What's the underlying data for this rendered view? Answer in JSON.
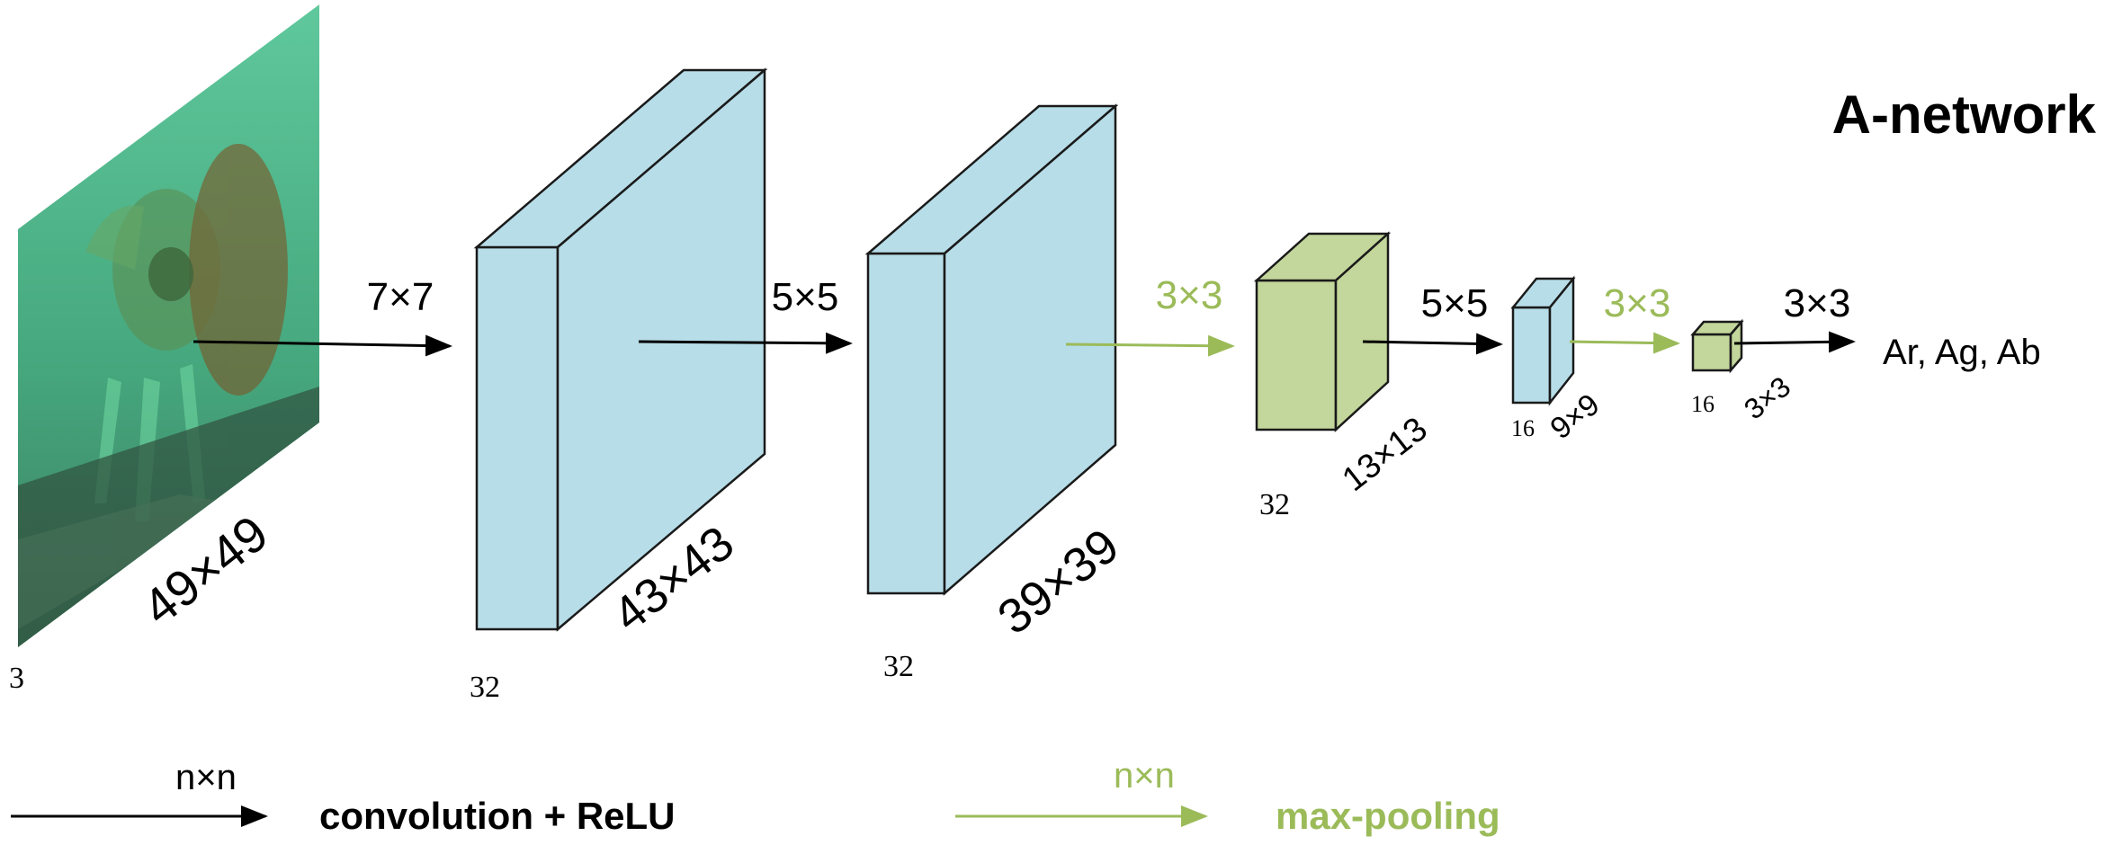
{
  "title": "A-network",
  "colors": {
    "conv_block": "#b7dde8",
    "pool_block": "#c3d69b",
    "conv_arrow": "#000000",
    "pool_arrow": "#9bbb59",
    "block_stroke": "#1a1a1a",
    "image_tint": "#4fbf8f"
  },
  "input": {
    "size_label": "49×49",
    "depth_label": "3"
  },
  "layers": [
    {
      "op_label": "7×7",
      "op": "conv",
      "size_label": "43×43",
      "depth_label": "32"
    },
    {
      "op_label": "5×5",
      "op": "conv",
      "size_label": "39×39",
      "depth_label": "32"
    },
    {
      "op_label": "3×3",
      "op": "pool",
      "size_label": "13×13",
      "depth_label": "32"
    },
    {
      "op_label": "5×5",
      "op": "conv",
      "size_label": "9×9",
      "depth_label": "16"
    },
    {
      "op_label": "3×3",
      "op": "pool",
      "size_label": "3×3",
      "depth_label": "16"
    }
  ],
  "final_op_label": "3×3",
  "output_label": "Ar, Ag, Ab",
  "legend": {
    "conv": {
      "nxn": "n×n",
      "label": "convolution + ReLU"
    },
    "pool": {
      "nxn": "n×n",
      "label": "max-pooling"
    }
  }
}
